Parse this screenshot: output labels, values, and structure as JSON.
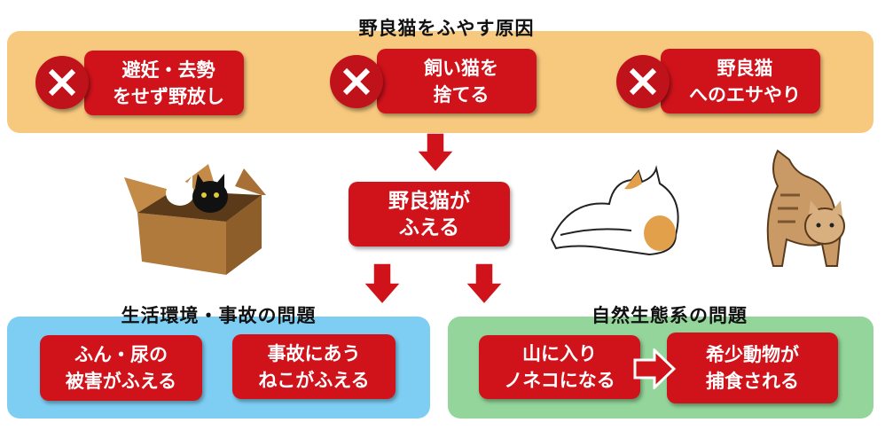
{
  "causes": {
    "title": "野良猫をふやす原因",
    "items": [
      {
        "line1": "避妊・去勢",
        "line2": "をせず野放し"
      },
      {
        "line1": "飼い猫を",
        "line2": "捨てる"
      },
      {
        "line1": "野良猫",
        "line2": "へのエサやり"
      }
    ]
  },
  "center": {
    "line1": "野良猫が",
    "line2": "ふえる"
  },
  "living_problems": {
    "title": "生活環境・事故の問題",
    "items": [
      {
        "line1": "ふん・尿の",
        "line2": "被害がふえる"
      },
      {
        "line1": "事故にあう",
        "line2": "ねこがふえる"
      }
    ]
  },
  "ecosystem_problems": {
    "title": "自然生態系の問題",
    "items": [
      {
        "line1": "山に入り",
        "line2": "ノネコになる"
      },
      {
        "line1": "希少動物が",
        "line2": "捕食される"
      }
    ]
  },
  "colors": {
    "red": "#d0121b",
    "orange": "#f7c97e",
    "blue": "#7ecef3",
    "green": "#93d59a"
  }
}
